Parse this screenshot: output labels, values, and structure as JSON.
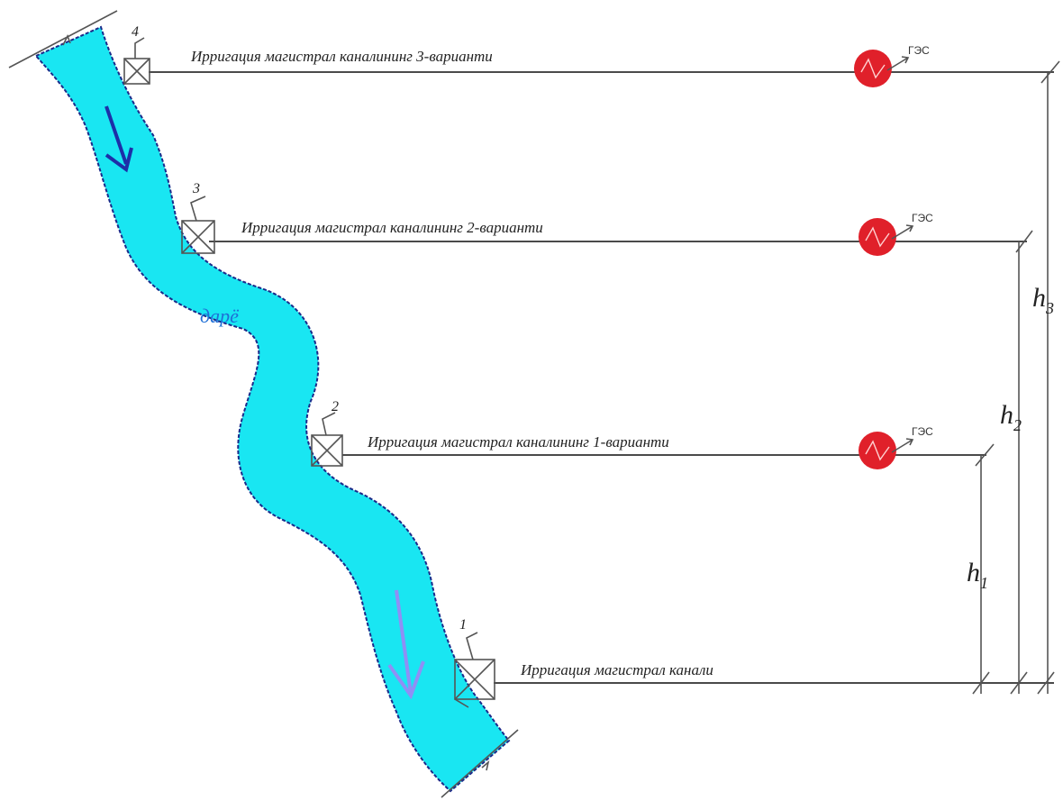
{
  "river": {
    "label": "дарё"
  },
  "canals": [
    {
      "number": "4",
      "label": "Ирригация магистрал каналининг 3-варианти",
      "ges": "ГЭС"
    },
    {
      "number": "3",
      "label": "Ирригация магистрал каналининг 2-варианти",
      "ges": "ГЭС"
    },
    {
      "number": "2",
      "label": "Ирригация магистрал каналининг 1-варианти",
      "ges": "ГЭС"
    },
    {
      "number": "1",
      "label": "Ирригация магистрал канали"
    }
  ],
  "heights": [
    {
      "symbol": "h",
      "sub": "3"
    },
    {
      "symbol": "h",
      "sub": "2"
    },
    {
      "symbol": "h",
      "sub": "1"
    }
  ],
  "colors": {
    "river": "#19e6f2",
    "river_edge": "#1a2a8a",
    "ges": "#e0202a",
    "arrow_top": "#1d2fa8",
    "arrow_bottom": "#8f8ff5"
  }
}
